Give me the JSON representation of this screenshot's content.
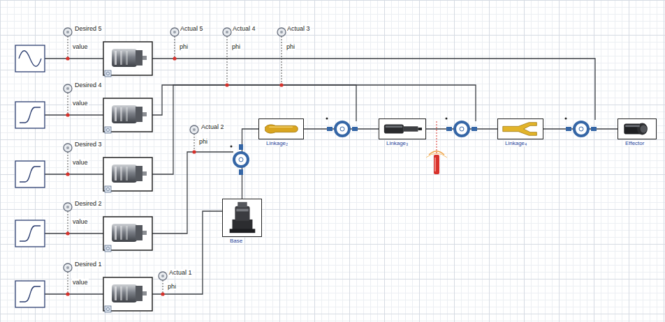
{
  "diagram": {
    "nodes": [
      {
        "text": [
          "Linkage₂"
        ]
      },
      {
        "text": [
          "Linkage₃"
        ]
      },
      {
        "text": [
          "Linkage₄"
        ]
      },
      {
        "text": [
          "Effector"
        ]
      },
      {
        "text": [
          "Base"
        ]
      }
    ],
    "edges": [
      {
        "from": 4,
        "to": 0,
        "arrow": "none"
      },
      {
        "from": 0,
        "to": 1,
        "arrow": "none"
      },
      {
        "from": 1,
        "to": 2,
        "arrow": "none"
      },
      {
        "from": 2,
        "to": 3,
        "arrow": "none"
      }
    ],
    "labels": [
      "Desired 5",
      "value",
      "Actual 5",
      "phi",
      "Actual 4",
      "phi",
      "Actual 3",
      "phi",
      "Desired 4",
      "value",
      "Desired 3",
      "value",
      "Actual 2",
      "phi",
      "Desired 2",
      "value",
      "Desired 1",
      "value",
      "Actual 1",
      "phi"
    ]
  }
}
